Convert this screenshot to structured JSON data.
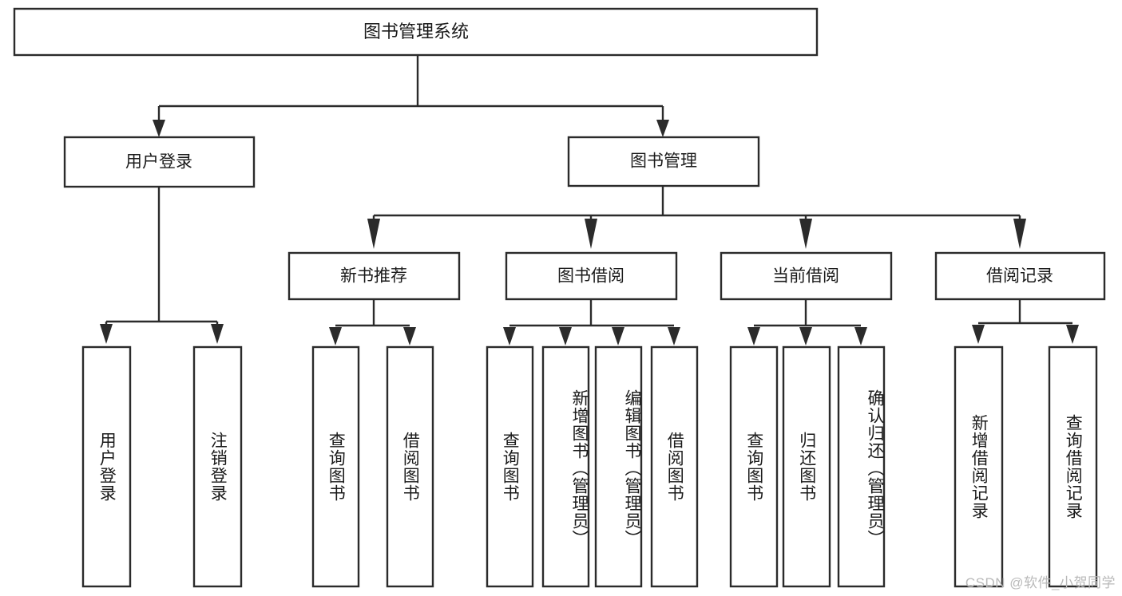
{
  "diagram": {
    "type": "tree-hierarchy-chart",
    "title": "图书管理系统",
    "watermark": "CSDN @软件_小贺同学",
    "colors": {
      "box_stroke": "#2b2b2b",
      "box_fill": "#ffffff",
      "text": "#1a1a1a",
      "background": "#ffffff",
      "watermark": "#b9b9b9"
    },
    "levels": {
      "root": {
        "label": "图书管理系统"
      },
      "level2": [
        {
          "label": "用户登录"
        },
        {
          "label": "图书管理"
        }
      ],
      "level3": [
        {
          "label": "新书推荐",
          "parent": "图书管理"
        },
        {
          "label": "图书借阅",
          "parent": "图书管理"
        },
        {
          "label": "当前借阅",
          "parent": "图书管理"
        },
        {
          "label": "借阅记录",
          "parent": "图书管理"
        }
      ],
      "leaves": [
        {
          "label": "用户登录",
          "parent": "用户登录"
        },
        {
          "label": "注销登录",
          "parent": "用户登录"
        },
        {
          "label": "查询图书",
          "parent": "新书推荐"
        },
        {
          "label": "借阅图书",
          "parent": "新书推荐"
        },
        {
          "label": "查询图书",
          "parent": "图书借阅"
        },
        {
          "label": "新增图书（管理员）",
          "parent": "图书借阅"
        },
        {
          "label": "编辑图书（管理员）",
          "parent": "图书借阅"
        },
        {
          "label": "借阅图书",
          "parent": "图书借阅"
        },
        {
          "label": "查询图书",
          "parent": "当前借阅"
        },
        {
          "label": "归还图书",
          "parent": "当前借阅"
        },
        {
          "label": "确认归还（管理员）",
          "parent": "当前借阅"
        },
        {
          "label": "新增借阅记录",
          "parent": "借阅记录"
        },
        {
          "label": "查询借阅记录",
          "parent": "借阅记录"
        }
      ]
    }
  }
}
